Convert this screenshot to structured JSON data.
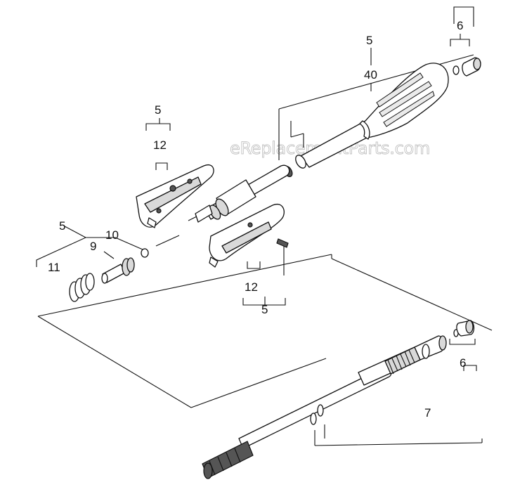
{
  "watermark": "eReplacementParts.com",
  "callouts": {
    "top_right_group": "5",
    "top_right_inner": "6",
    "top_right_handle": "40",
    "left_upper_group": "5",
    "left_upper_inner": "12",
    "left_group": "5",
    "left_10": "10",
    "left_9": "9",
    "left_11": "11",
    "center_inner": "12",
    "center_group": "5",
    "lower_right_6": "6",
    "lower_right_7": "7"
  }
}
